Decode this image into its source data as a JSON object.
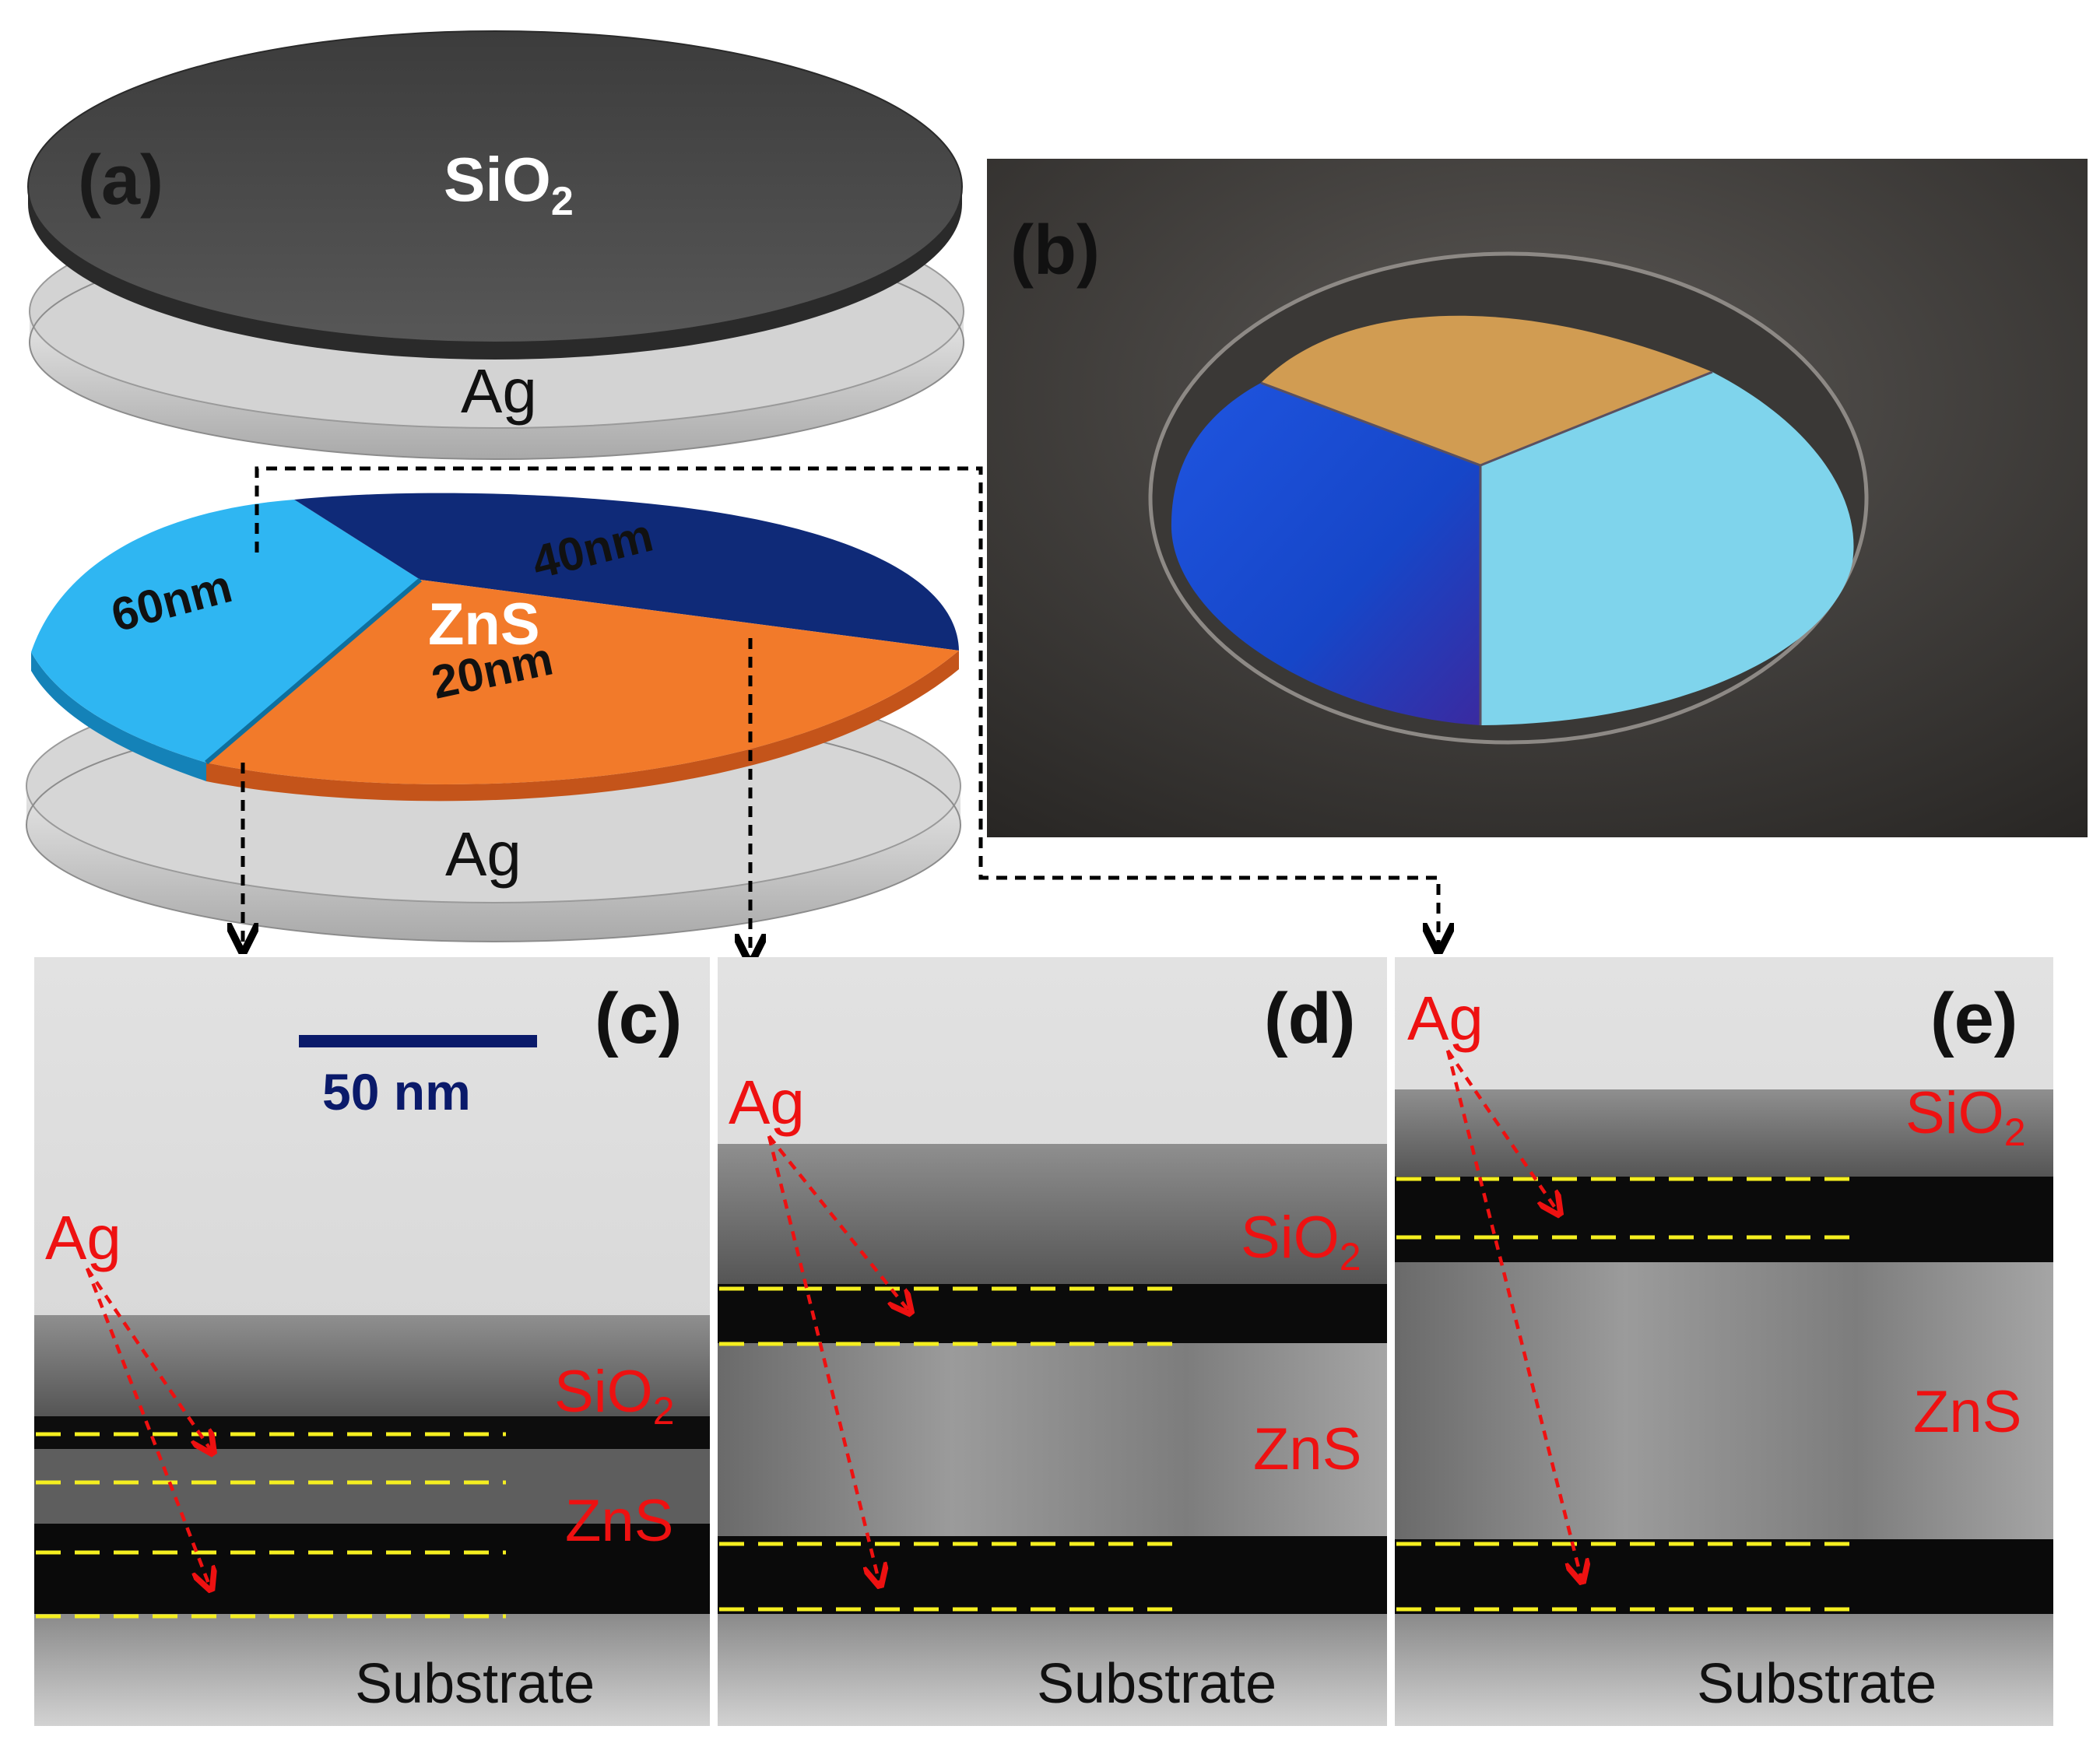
{
  "panels": {
    "a": {
      "tag": "(a)",
      "top_layer": "SiO",
      "top_layer_sub": "2",
      "top_metal": "Ag",
      "spacer": "ZnS",
      "segments": [
        "60nm",
        "40nm",
        "20nm"
      ],
      "bottom_metal": "Ag"
    },
    "b": {
      "tag": "(b)"
    },
    "c": {
      "tag": "(c)",
      "scale_bar": "50 nm",
      "ag": "Ag",
      "sio2": "SiO",
      "sio2_sub": "2",
      "zns": "ZnS",
      "substrate": "Substrate"
    },
    "d": {
      "tag": "(d)",
      "ag": "Ag",
      "sio2": "SiO",
      "sio2_sub": "2",
      "zns": "ZnS",
      "substrate": "Substrate"
    },
    "e": {
      "tag": "(e)",
      "ag": "Ag",
      "sio2": "SiO",
      "sio2_sub": "2",
      "zns": "ZnS",
      "substrate": "Substrate"
    }
  },
  "colors": {
    "sio2_disk": "#4a4a4a",
    "ag_disk": "#c8c8c8",
    "zns_60nm": "#2ab4f0",
    "zns_40nm": "#0f2a78",
    "zns_20nm": "#f07a2a",
    "wafer_gold": "#d09a50",
    "wafer_dark_blue": "#1a4ad0",
    "wafer_light_blue": "#7ad2ea",
    "label_red": "#ee1111",
    "dash_yellow": "#f5ef20",
    "scale_bar": "#0a1a6a"
  }
}
